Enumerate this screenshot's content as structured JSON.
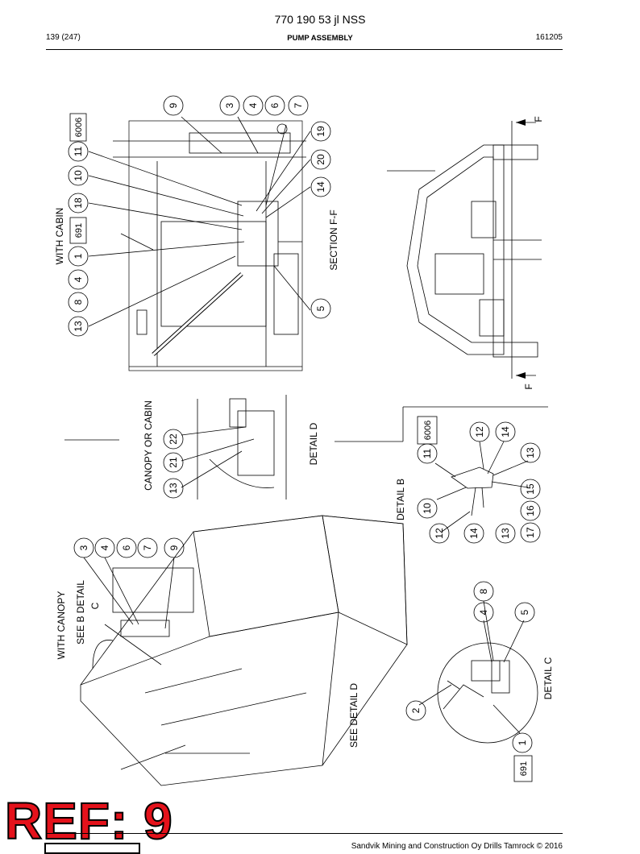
{
  "header": {
    "doc_number": "770 190 53 jl NSS",
    "page": "139 (247)",
    "title": "PUMP ASSEMBLY",
    "date": "161205"
  },
  "stamp": "REF: 9",
  "footer": "Sandvik Mining and Construction Oy Drills Tamrock © 2016",
  "labels": {
    "with_cabin": "WITH CABIN",
    "section_ff": "SECTION F-F",
    "f_mark": "F",
    "canopy_or_cabin": "CANOPY OR CABIN",
    "detail_d": "DETAIL D",
    "detail_b": "DETAIL B",
    "with_canopy": "WITH CANOPY",
    "see_b_detail": "SEE B DETAIL",
    "c": "C",
    "see_detail_d": "SEE DETAIL D",
    "detail_c": "DETAIL C"
  },
  "boxed": {
    "b6006a": "6006",
    "b691a": "691",
    "b6006b": "6006",
    "b691b": "691"
  },
  "balloons": {
    "top": [
      "9",
      "3",
      "4",
      "6",
      "7"
    ],
    "cabin_col": [
      "11",
      "10",
      "18",
      "1",
      "4",
      "8",
      "13"
    ],
    "cabin_right": [
      "19",
      "20",
      "14",
      "5"
    ],
    "canopy_cabin": [
      "22",
      "21",
      "13"
    ],
    "detail_b": [
      "11",
      "12",
      "14",
      "13",
      "15",
      "16",
      "17",
      "10",
      "12",
      "14",
      "13"
    ],
    "canopy_top": [
      "3",
      "4",
      "6",
      "7",
      "9"
    ],
    "detail_c": [
      "8",
      "4",
      "5",
      "2",
      "1"
    ]
  }
}
